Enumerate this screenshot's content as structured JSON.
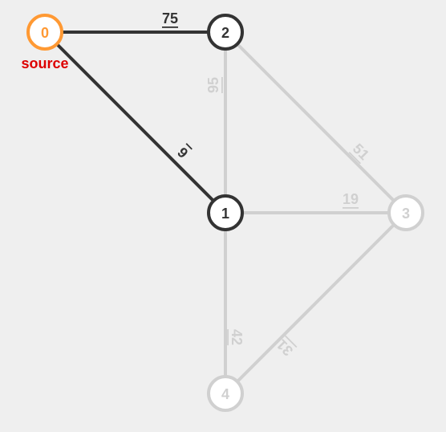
{
  "colors": {
    "background": "#efefef",
    "active_edge": "#333333",
    "inactive_edge": "#d0d0d0",
    "active_node_stroke": "#333333",
    "inactive_node_stroke": "#d0d0d0",
    "source_node_stroke": "#ff9933",
    "node_fill": "#ffffff",
    "source_label": "#dd0000"
  },
  "source": {
    "label": "source"
  },
  "nodes": [
    {
      "id": 0,
      "label": "0",
      "state": "source"
    },
    {
      "id": 1,
      "label": "1",
      "state": "active"
    },
    {
      "id": 2,
      "label": "2",
      "state": "active"
    },
    {
      "id": 3,
      "label": "3",
      "state": "inactive"
    },
    {
      "id": 4,
      "label": "4",
      "state": "inactive"
    }
  ],
  "edges": [
    {
      "from": 0,
      "to": 2,
      "weight": "75",
      "state": "active"
    },
    {
      "from": 0,
      "to": 1,
      "weight": "6",
      "state": "active"
    },
    {
      "from": 2,
      "to": 1,
      "weight": "95",
      "state": "inactive"
    },
    {
      "from": 2,
      "to": 3,
      "weight": "51",
      "state": "inactive"
    },
    {
      "from": 1,
      "to": 3,
      "weight": "19",
      "state": "inactive"
    },
    {
      "from": 1,
      "to": 4,
      "weight": "42",
      "state": "inactive"
    },
    {
      "from": 3,
      "to": 4,
      "weight": "31",
      "state": "inactive"
    }
  ]
}
